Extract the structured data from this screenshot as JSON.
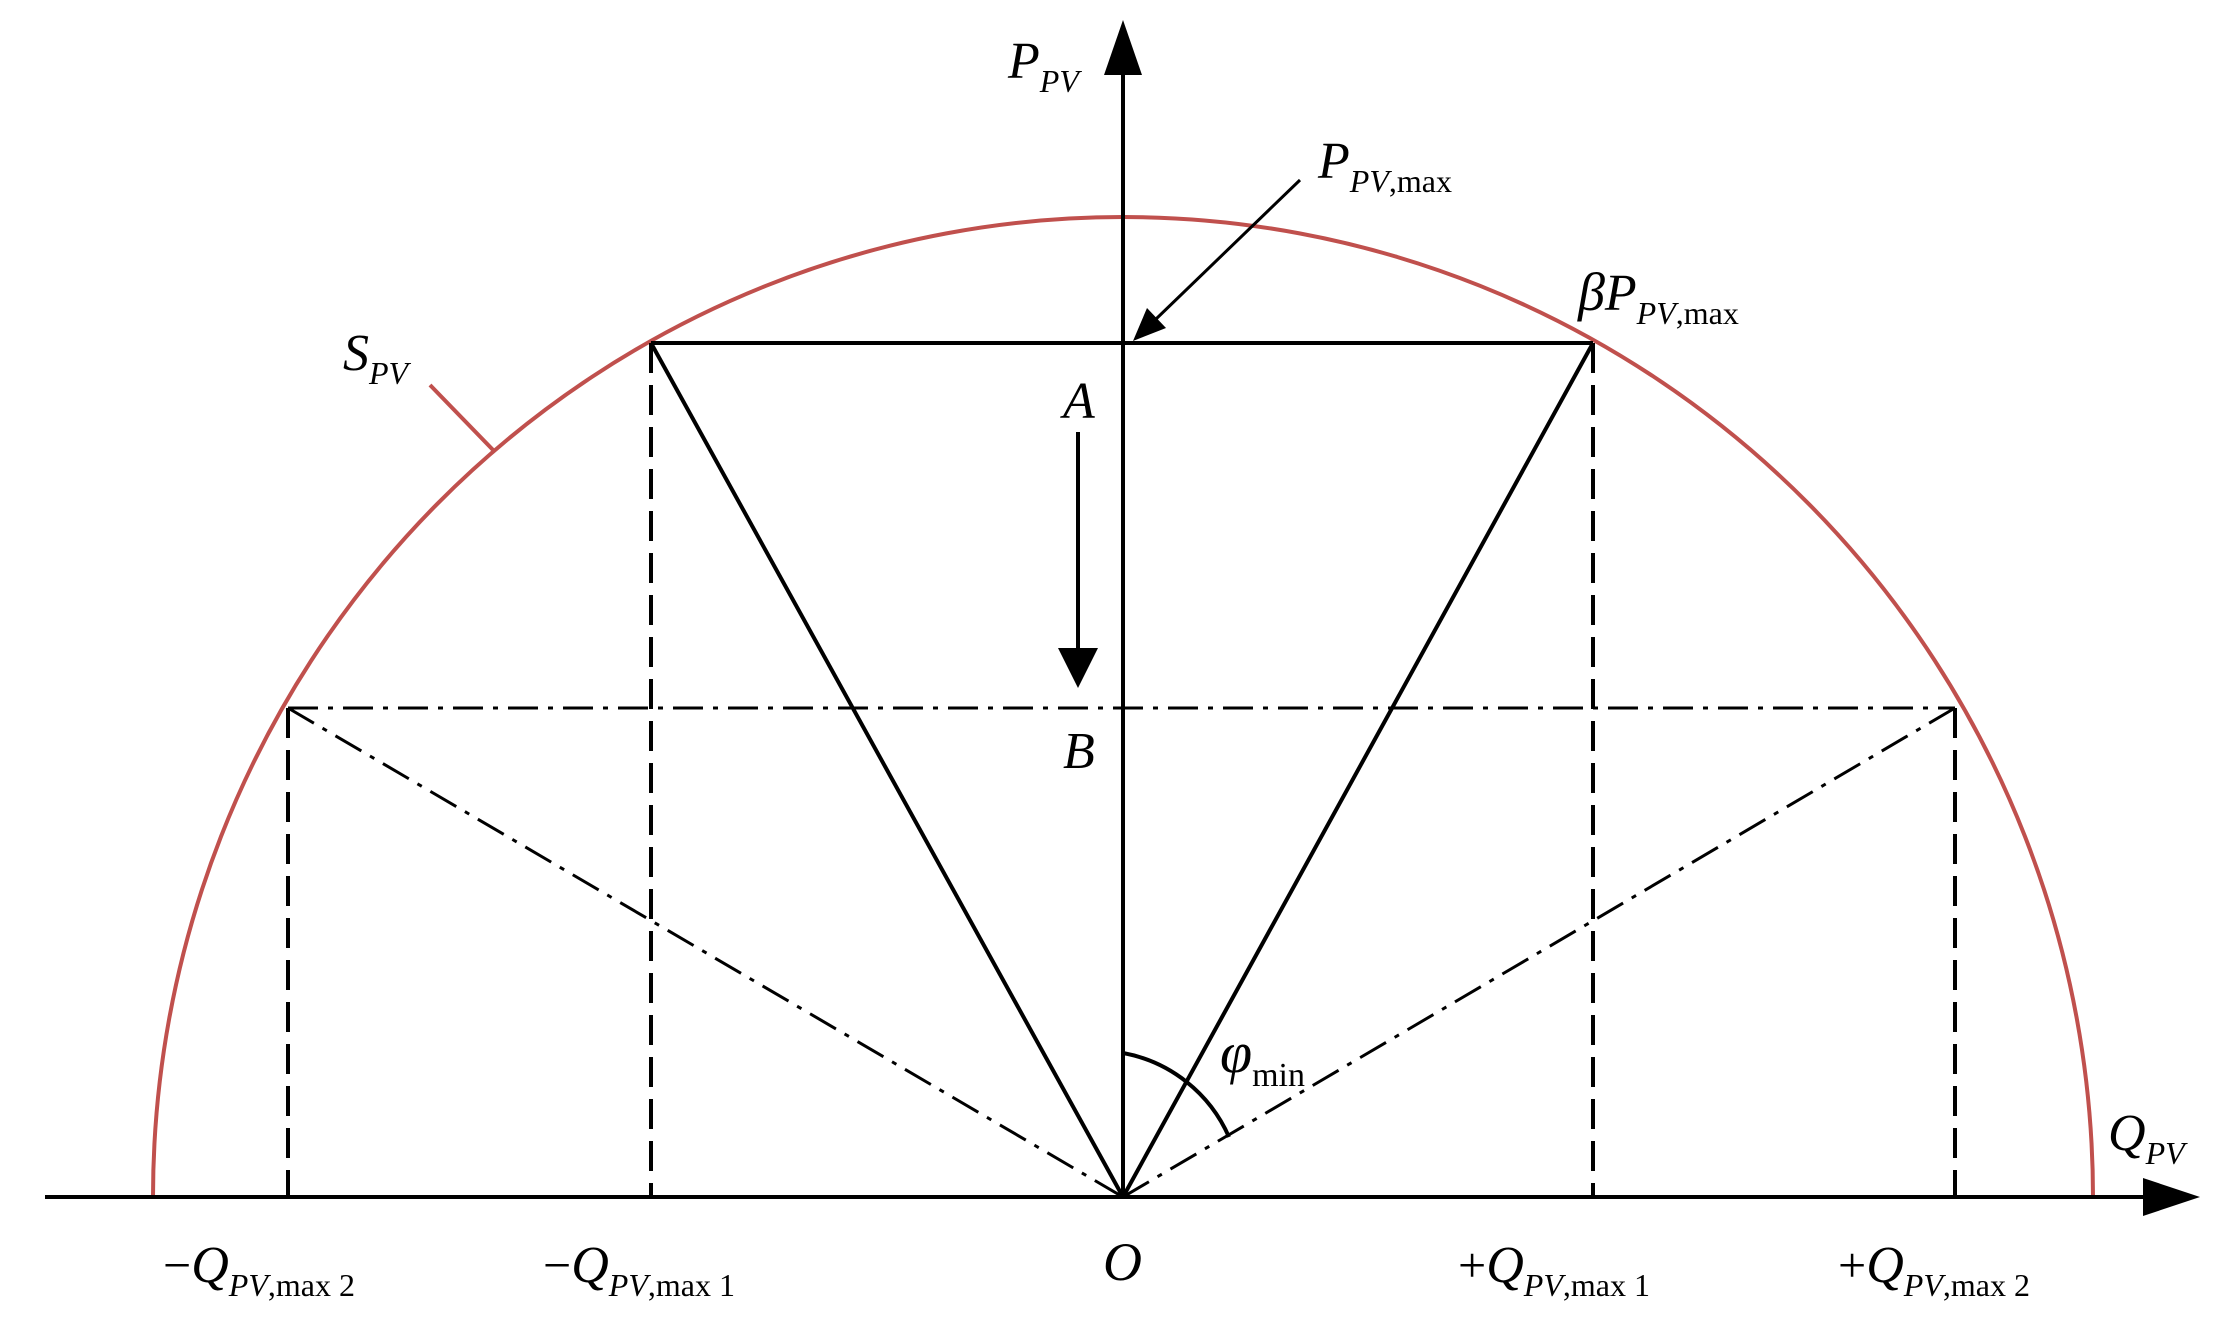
{
  "colors": {
    "circle": "#c0504d",
    "line": "#000000"
  },
  "labels": {
    "p_axis": {
      "main": "P",
      "sub": "PV"
    },
    "q_axis": {
      "main": "Q",
      "sub": "PV"
    },
    "s_pv": {
      "main": "S",
      "sub": "PV"
    },
    "p_max": {
      "main": "P",
      "sub_italic": "PV",
      "sub_plain": ",max"
    },
    "beta_p_max": {
      "greek": "β",
      "main": "P",
      "sub_italic": "PV",
      "sub_plain": ",max"
    },
    "point_a": "A",
    "point_b": "B",
    "origin": "O",
    "phi_min": {
      "greek": "φ",
      "sub": "min"
    },
    "neg_q_max2": {
      "sign": "−",
      "main": "Q",
      "sub_italic": "PV",
      "sub_plain": ",max 2"
    },
    "neg_q_max1": {
      "sign": "−",
      "main": "Q",
      "sub_italic": "PV",
      "sub_plain": ",max 1"
    },
    "pos_q_max1": {
      "sign": "+",
      "main": "Q",
      "sub_italic": "PV",
      "sub_plain": ",max 1"
    },
    "pos_q_max2": {
      "sign": "+",
      "main": "Q",
      "sub_italic": "PV",
      "sub_plain": ",max 2"
    }
  }
}
